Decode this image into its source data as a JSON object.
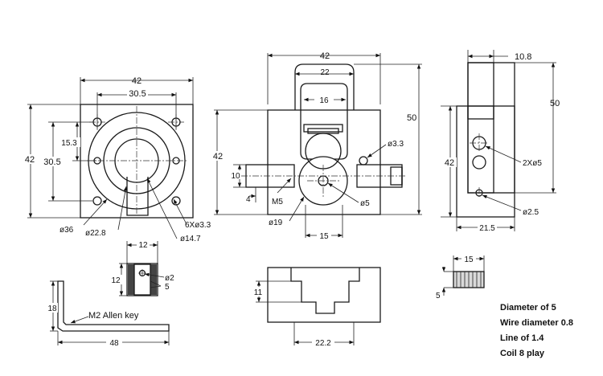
{
  "front_view": {
    "dim_width_outer": "42",
    "dim_hole_pitch_x": "30.5",
    "dim_height_outer": "42",
    "dim_hole_pitch_y": "30.5",
    "dim_offset": "15.3",
    "label_bore": "ø36",
    "label_hub": "ø22.8",
    "label_holes": "6Xø3.3",
    "label_inner": "ø14.7"
  },
  "side_view": {
    "dim_width": "42",
    "dim_slot": "22",
    "dim_inner": "16",
    "dim_height": "50",
    "dim_body": "42",
    "dim_10": "10",
    "dim_4": "4",
    "label_m5": "M5",
    "label_hole_small": "ø3.3",
    "label_hole_bore": "ø5",
    "label_shaft": "ø19",
    "dim_bottom": "15"
  },
  "right_view": {
    "dim_top": "10.8",
    "dim_height_total": "50",
    "dim_height_body": "42",
    "label_holes": "2Xø5",
    "label_small": "ø2.5",
    "dim_bottom": "21.5"
  },
  "small_block": {
    "dim_width": "12",
    "dim_height": "12",
    "label_hole": "ø2",
    "dim_5": "5"
  },
  "allen_key": {
    "label": "M2 Allen key",
    "dim_height": "18",
    "dim_length": "48"
  },
  "bottom_view": {
    "dim_height": "11",
    "dim_width": "22.2"
  },
  "spring": {
    "dim_length": "15",
    "dim_5": "5"
  },
  "notes": [
    "Diameter of 5",
    "Wire diameter 0.8",
    "Line of 1.4",
    "Coil 8 play"
  ]
}
